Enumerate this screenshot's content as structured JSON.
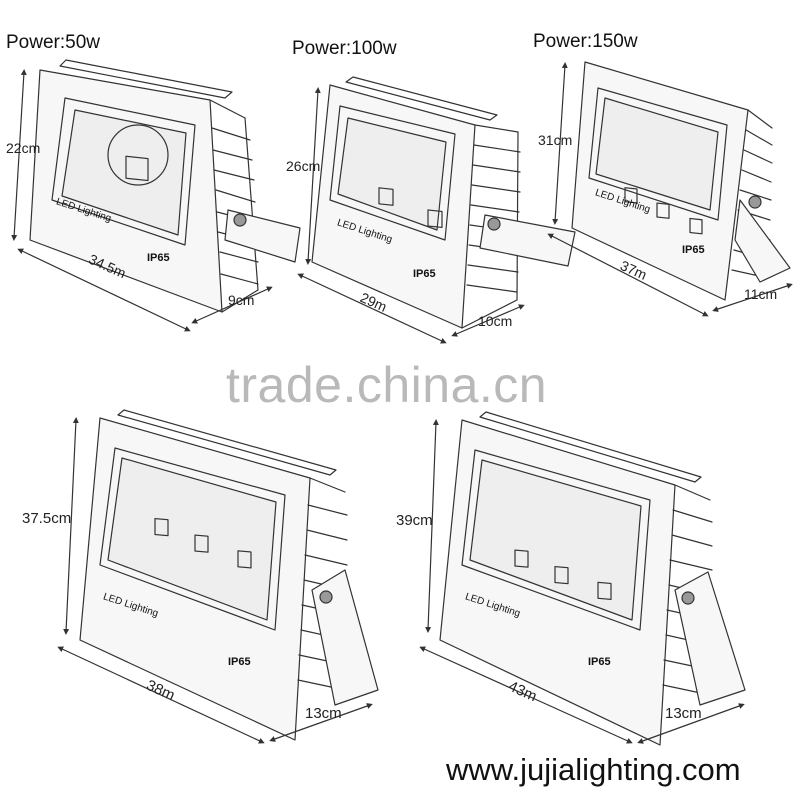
{
  "watermark": "trade.china.cn",
  "website": "www.jujialighting.com",
  "lights": [
    {
      "power": "Power:50w",
      "height": "22cm",
      "width": "34.5m",
      "depth": "9cm",
      "brand_text": "LED Lighting",
      "rating": "IP65"
    },
    {
      "power": "Power:100w",
      "height": "26cm",
      "width": "29m",
      "depth": "10cm",
      "brand_text": "LED Lighting",
      "rating": "IP65"
    },
    {
      "power": "Power:150w",
      "height": "31cm",
      "width": "37m",
      "depth": "11cm",
      "brand_text": "LED Lighting",
      "rating": "IP65"
    },
    {
      "power": "",
      "height": "37.5cm",
      "width": "38m",
      "depth": "13cm",
      "brand_text": "LED Lighting",
      "rating": "IP65"
    },
    {
      "power": "",
      "height": "39cm",
      "width": "43m",
      "depth": "13cm",
      "brand_text": "LED Lighting",
      "rating": "IP65"
    }
  ]
}
